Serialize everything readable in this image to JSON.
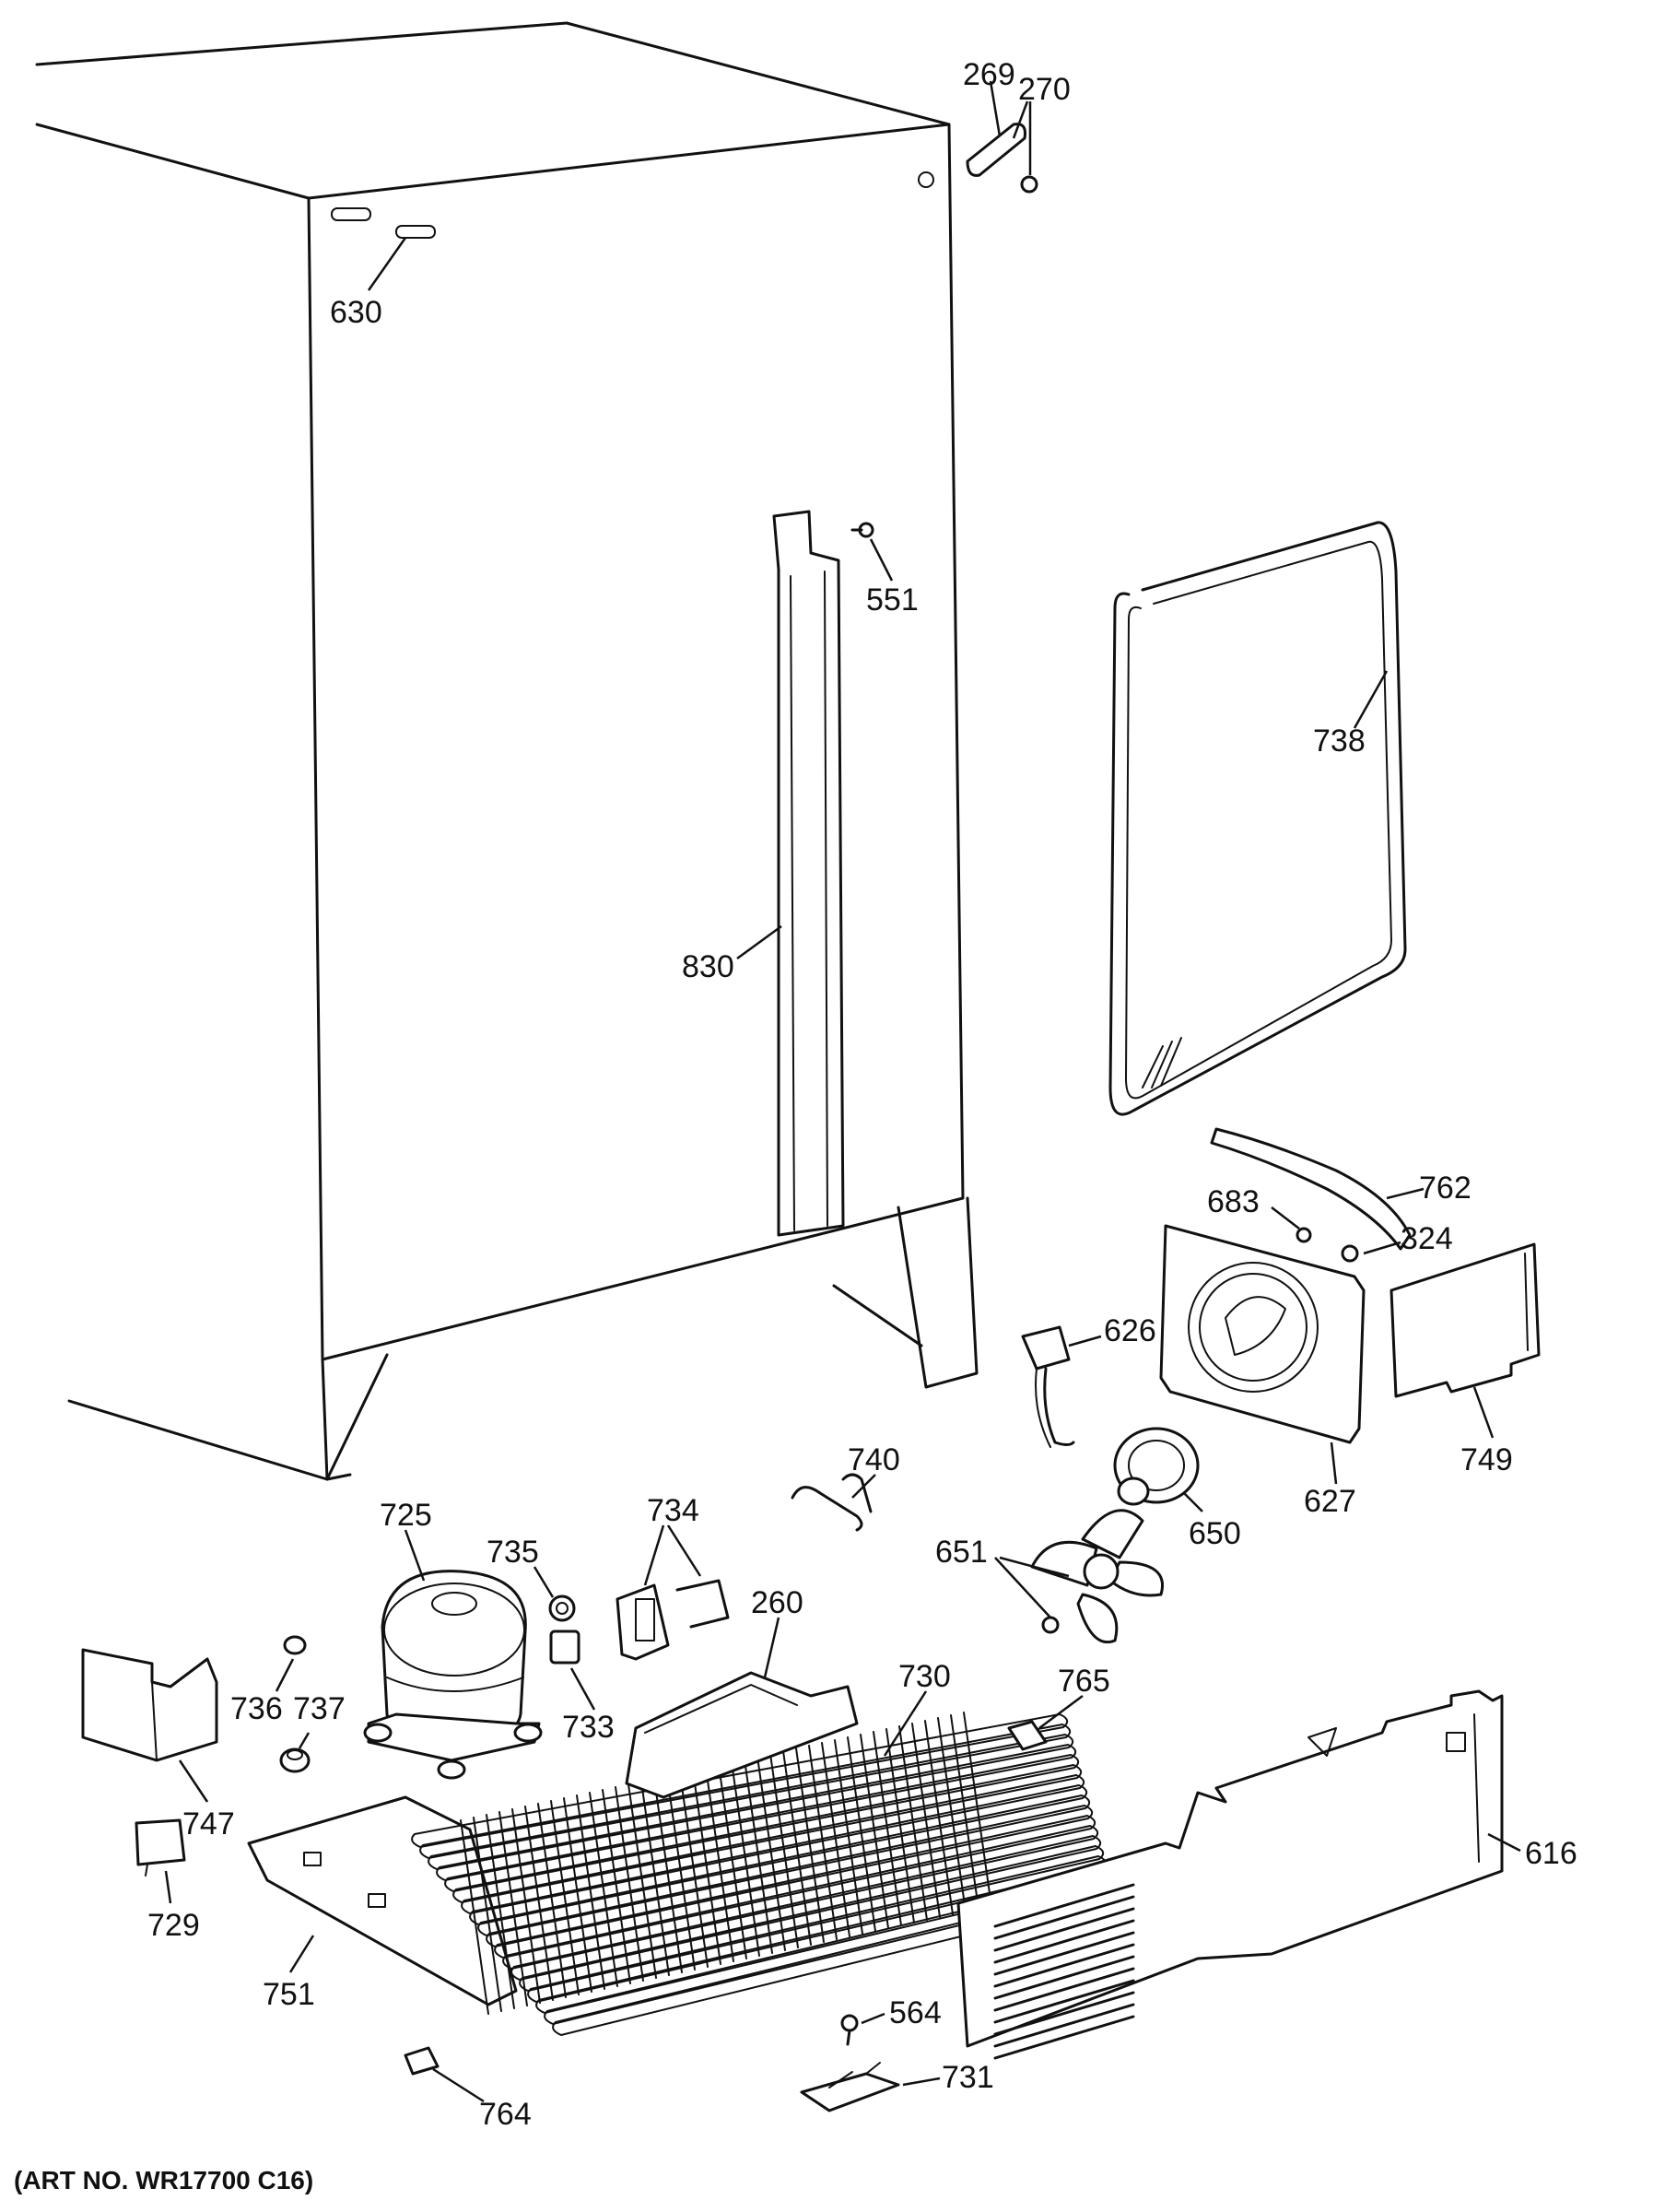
{
  "callouts": [
    {
      "id": "269",
      "label": "269"
    },
    {
      "id": "270",
      "label": "270"
    },
    {
      "id": "630",
      "label": "630"
    },
    {
      "id": "551",
      "label": "551"
    },
    {
      "id": "738",
      "label": "738"
    },
    {
      "id": "830",
      "label": "830"
    },
    {
      "id": "762",
      "label": "762"
    },
    {
      "id": "683",
      "label": "683"
    },
    {
      "id": "324",
      "label": "324"
    },
    {
      "id": "626",
      "label": "626"
    },
    {
      "id": "749",
      "label": "749"
    },
    {
      "id": "627",
      "label": "627"
    },
    {
      "id": "650",
      "label": "650"
    },
    {
      "id": "740",
      "label": "740"
    },
    {
      "id": "734",
      "label": "734"
    },
    {
      "id": "725",
      "label": "725"
    },
    {
      "id": "735",
      "label": "735"
    },
    {
      "id": "260",
      "label": "260"
    },
    {
      "id": "651",
      "label": "651"
    },
    {
      "id": "730",
      "label": "730"
    },
    {
      "id": "765",
      "label": "765"
    },
    {
      "id": "736",
      "label": "736"
    },
    {
      "id": "737",
      "label": "737"
    },
    {
      "id": "733",
      "label": "733"
    },
    {
      "id": "747",
      "label": "747"
    },
    {
      "id": "616",
      "label": "616"
    },
    {
      "id": "729",
      "label": "729"
    },
    {
      "id": "751",
      "label": "751"
    },
    {
      "id": "564",
      "label": "564"
    },
    {
      "id": "731",
      "label": "731"
    },
    {
      "id": "764",
      "label": "764"
    }
  ],
  "art_number": "(ART NO. WR17700 C16)"
}
